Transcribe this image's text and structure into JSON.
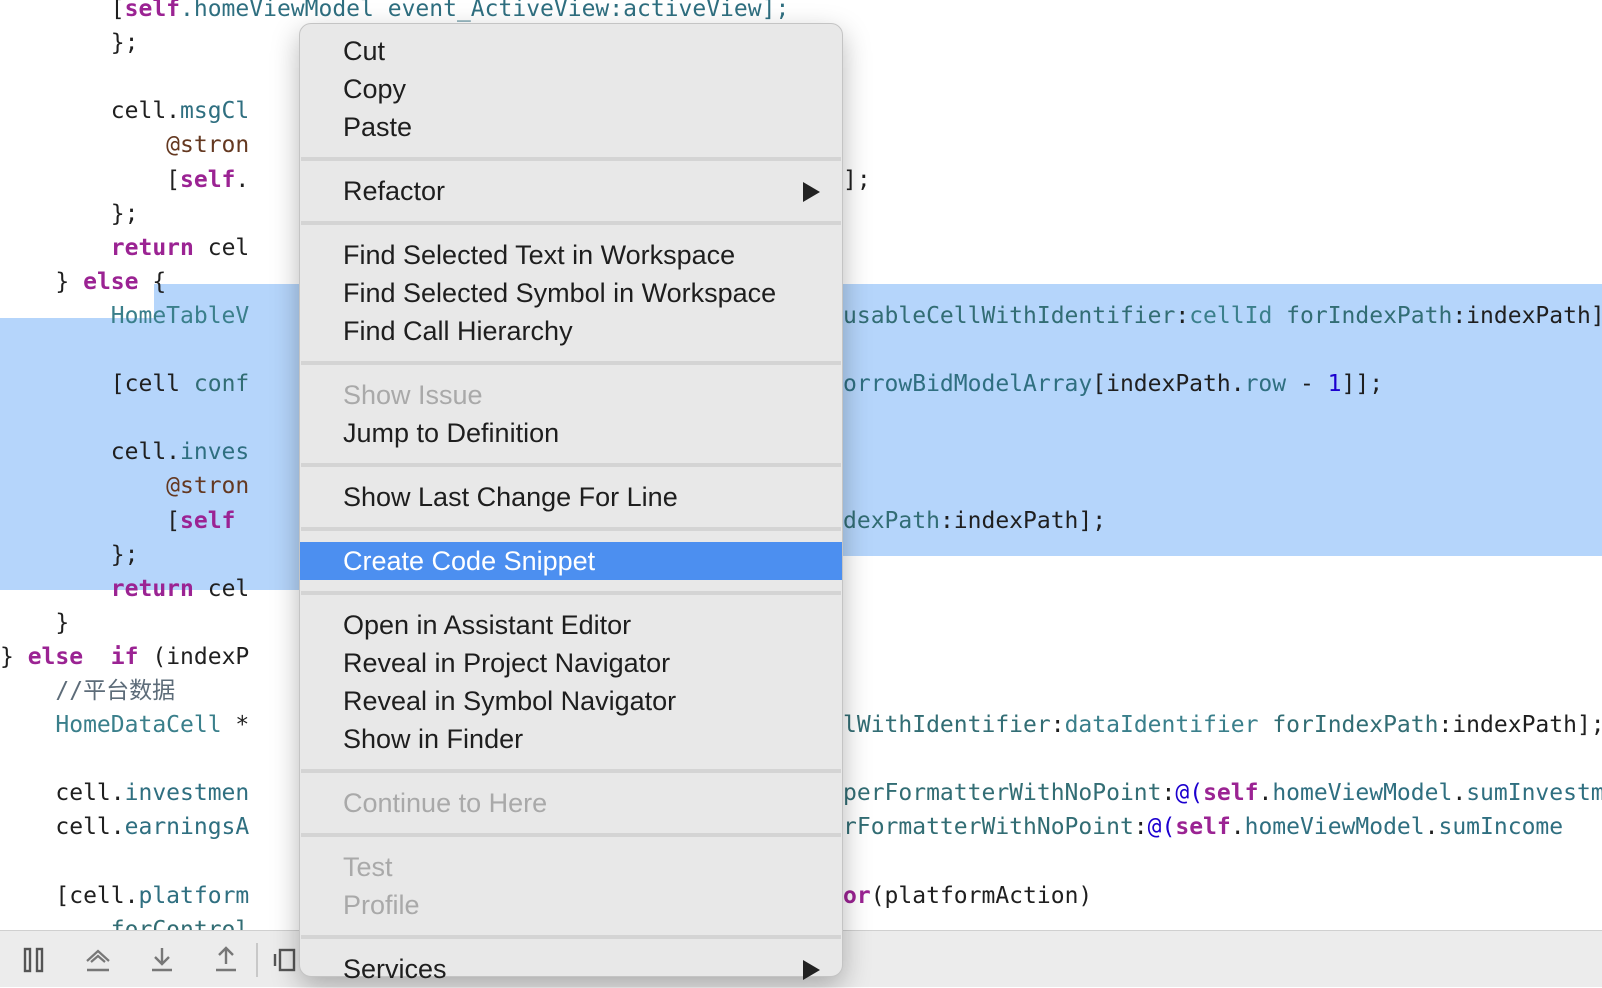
{
  "editor": {
    "lines": [
      [
        {
          "t": "        [",
          "c": ""
        },
        {
          "t": "self",
          "c": "kw"
        },
        {
          "t": ".homeViewModel event_ActiveView:activeView];",
          "c": "pr"
        }
      ],
      [
        {
          "t": "        };",
          "c": ""
        }
      ],
      [],
      [
        {
          "t": "        cell.",
          "c": ""
        },
        {
          "t": "msgCl",
          "c": "pr"
        }
      ],
      [
        {
          "t": "            ",
          "c": ""
        },
        {
          "t": "@stron",
          "c": "at"
        }
      ],
      [
        {
          "t": "            [",
          "c": ""
        },
        {
          "t": "self",
          "c": "kw"
        },
        {
          "t": ".",
          "c": ""
        }
      ],
      [
        {
          "t": "        };",
          "c": ""
        }
      ],
      [
        {
          "t": "        ",
          "c": ""
        },
        {
          "t": "return",
          "c": "kw"
        },
        {
          "t": " cel",
          "c": ""
        }
      ],
      [
        {
          "t": "    } ",
          "c": ""
        },
        {
          "t": "else",
          "c": "kw"
        },
        {
          "t": " {",
          "c": ""
        }
      ],
      [
        {
          "t": "        ",
          "c": ""
        },
        {
          "t": "HomeTableV",
          "c": "ty"
        }
      ],
      [],
      [
        {
          "t": "        [cell ",
          "c": ""
        },
        {
          "t": "conf",
          "c": "fn"
        }
      ],
      [],
      [
        {
          "t": "        cell.",
          "c": ""
        },
        {
          "t": "inves",
          "c": "pr"
        }
      ],
      [
        {
          "t": "            ",
          "c": ""
        },
        {
          "t": "@stron",
          "c": "at"
        }
      ],
      [
        {
          "t": "            [",
          "c": ""
        },
        {
          "t": "self",
          "c": "kw"
        }
      ],
      [
        {
          "t": "        };",
          "c": ""
        }
      ],
      [
        {
          "t": "        ",
          "c": ""
        },
        {
          "t": "return",
          "c": "kw"
        },
        {
          "t": " cel",
          "c": ""
        }
      ],
      [
        {
          "t": "    }",
          "c": ""
        }
      ],
      [
        {
          "t": "} ",
          "c": ""
        },
        {
          "t": "else",
          "c": "kw"
        },
        {
          "t": "  ",
          "c": ""
        },
        {
          "t": "if",
          "c": "kw"
        },
        {
          "t": " (indexP",
          "c": ""
        }
      ],
      [
        {
          "t": "    ",
          "c": ""
        },
        {
          "t": "//平台数据",
          "c": "cmt"
        }
      ],
      [
        {
          "t": "    ",
          "c": ""
        },
        {
          "t": "HomeDataCell",
          "c": "ty"
        },
        {
          "t": " *",
          "c": ""
        }
      ],
      [],
      [
        {
          "t": "    cell.",
          "c": ""
        },
        {
          "t": "investmen",
          "c": "pr"
        }
      ],
      [
        {
          "t": "    cell.",
          "c": ""
        },
        {
          "t": "earningsA",
          "c": "pr"
        }
      ],
      [],
      [
        {
          "t": "    [cell.",
          "c": ""
        },
        {
          "t": "platform",
          "c": "pr"
        }
      ],
      [
        {
          "t": "        ",
          "c": ""
        },
        {
          "t": "forControl",
          "c": "fn"
        }
      ]
    ],
    "right_fragments": [
      [],
      [],
      [],
      [],
      [],
      [
        {
          "t": "];",
          "c": ""
        }
      ],
      [],
      [],
      [],
      [
        {
          "t": "usableCellWithIdentifier",
          "c": "fn"
        },
        {
          "t": ":",
          "c": ""
        },
        {
          "t": "cellId",
          "c": "ty"
        },
        {
          "t": " ",
          "c": ""
        },
        {
          "t": "forIndexPath",
          "c": "fn"
        },
        {
          "t": ":indexPath];",
          "c": ""
        }
      ],
      [],
      [
        {
          "t": "orrowBidModelArray",
          "c": "pr"
        },
        {
          "t": "[indexPath.",
          "c": ""
        },
        {
          "t": "row",
          "c": "pr"
        },
        {
          "t": " - ",
          "c": ""
        },
        {
          "t": "1",
          "c": "num"
        },
        {
          "t": "]];",
          "c": ""
        }
      ],
      [],
      [],
      [],
      [
        {
          "t": "dexPath",
          "c": "fn"
        },
        {
          "t": ":indexPath];",
          "c": ""
        }
      ],
      [],
      [],
      [],
      [],
      [],
      [
        {
          "t": "lWithIdentifier",
          "c": "fn"
        },
        {
          "t": ":",
          "c": ""
        },
        {
          "t": "dataIdentifier",
          "c": "ty"
        },
        {
          "t": " ",
          "c": ""
        },
        {
          "t": "forIndexPath",
          "c": "fn"
        },
        {
          "t": ":indexPath];",
          "c": ""
        }
      ],
      [],
      [
        {
          "t": "perFormatterWithNoPoint",
          "c": "fn"
        },
        {
          "t": ":",
          "c": ""
        },
        {
          "t": "@(",
          "c": "num"
        },
        {
          "t": "self",
          "c": "kw"
        },
        {
          "t": ".",
          "c": ""
        },
        {
          "t": "homeViewModel",
          "c": "pr"
        },
        {
          "t": ".",
          "c": ""
        },
        {
          "t": "sumInvestment",
          "c": "pr"
        }
      ],
      [
        {
          "t": "rFormatterWithNoPoint",
          "c": "fn"
        },
        {
          "t": ":",
          "c": ""
        },
        {
          "t": "@(",
          "c": "num"
        },
        {
          "t": "self",
          "c": "kw"
        },
        {
          "t": ".",
          "c": ""
        },
        {
          "t": "homeViewModel",
          "c": "pr"
        },
        {
          "t": ".",
          "c": ""
        },
        {
          "t": "sumIncome",
          "c": "pr"
        }
      ],
      [],
      [
        {
          "t": "or",
          "c": "kw"
        },
        {
          "t": "(platformAction)",
          "c": ""
        }
      ],
      []
    ]
  },
  "context_menu": {
    "groups": [
      [
        {
          "label": "Cut",
          "enabled": true
        },
        {
          "label": "Copy",
          "enabled": true
        },
        {
          "label": "Paste",
          "enabled": true
        }
      ],
      [
        {
          "label": "Refactor",
          "enabled": true,
          "submenu": true
        }
      ],
      [
        {
          "label": "Find Selected Text in Workspace",
          "enabled": true
        },
        {
          "label": "Find Selected Symbol in Workspace",
          "enabled": true
        },
        {
          "label": "Find Call Hierarchy",
          "enabled": true
        }
      ],
      [
        {
          "label": "Show Issue",
          "enabled": false
        },
        {
          "label": "Jump to Definition",
          "enabled": true
        }
      ],
      [
        {
          "label": "Show Last Change For Line",
          "enabled": true
        }
      ],
      [
        {
          "label": "Create Code Snippet",
          "enabled": true,
          "highlighted": true
        }
      ],
      [
        {
          "label": "Open in Assistant Editor",
          "enabled": true
        },
        {
          "label": "Reveal in Project Navigator",
          "enabled": true
        },
        {
          "label": "Reveal in Symbol Navigator",
          "enabled": true
        },
        {
          "label": "Show in Finder",
          "enabled": true
        }
      ],
      [
        {
          "label": "Continue to Here",
          "enabled": false
        }
      ],
      [
        {
          "label": "Test",
          "enabled": false
        },
        {
          "label": "Profile",
          "enabled": false
        }
      ],
      [
        {
          "label": "Services",
          "enabled": true,
          "submenu": true
        }
      ]
    ]
  },
  "debug_bar": {
    "buttons": [
      {
        "name": "pause-continue-icon"
      },
      {
        "name": "step-over-icon"
      },
      {
        "name": "step-into-icon"
      },
      {
        "name": "step-out-icon"
      },
      {
        "name": "debug-view-hierarchy-icon"
      }
    ]
  },
  "colors": {
    "selection": "#b5d5fb",
    "menu_highlight": "#4c8ff0",
    "keyword": "#9b2393"
  }
}
